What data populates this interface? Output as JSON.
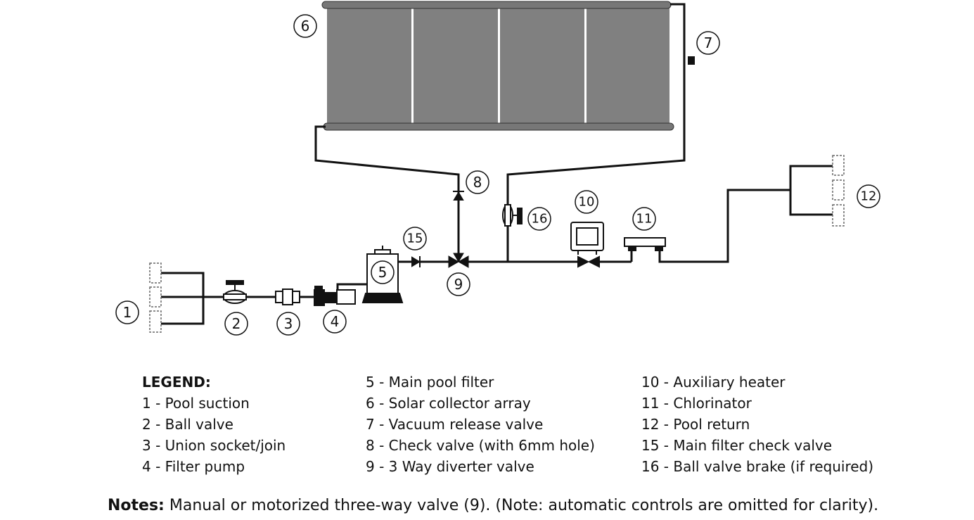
{
  "component_numbers": [
    "1",
    "2",
    "3",
    "4",
    "5",
    "6",
    "7",
    "8",
    "9",
    "10",
    "11",
    "12",
    "15",
    "16"
  ],
  "legend": {
    "title": "LEGEND:",
    "col1": [
      "1 - Pool suction",
      "2 - Ball valve",
      "3 - Union socket/join",
      "4 - Filter pump"
    ],
    "col2": [
      "5 - Main pool filter",
      "6 - Solar collector array",
      "7 - Vacuum release valve",
      "8 - Check valve (with 6mm hole)",
      "9 - 3 Way diverter valve"
    ],
    "col3": [
      "10 - Auxiliary heater",
      "11 - Chlorinator",
      "12 - Pool return",
      "15 - Main filter check valve",
      "16 - Ball valve brake (if required)"
    ]
  },
  "notes": {
    "label": "Notes:",
    "text": " Manual or motorized three-way valve (9). (Note: automatic controls are omitted for clarity)."
  },
  "colors": {
    "pipe": "#111111",
    "panel": "#808080",
    "panel_rim": "#707070"
  }
}
